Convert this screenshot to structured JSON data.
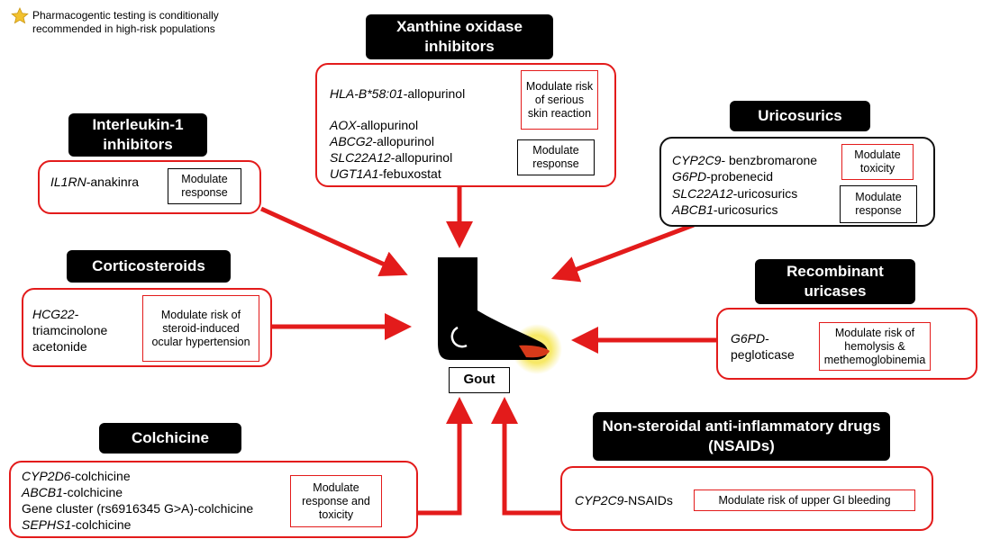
{
  "legend": {
    "icon": "star-icon",
    "text": "Pharmacogentic testing is conditionally recommended in high-risk populations"
  },
  "center": {
    "label": "Gout",
    "icon": "foot-icon"
  },
  "colors": {
    "accent_red": "#e31b1b",
    "title_bg": "#000000",
    "star": "#f2c12e"
  },
  "groups": {
    "xanthine": {
      "title": "Xanthine oxidase inhibitors",
      "rows": [
        {
          "gene": "HLA-B*58:01",
          "drug": "-allopurinol"
        },
        {
          "gene": "AOX",
          "drug": "-allopurinol"
        },
        {
          "gene": "ABCG2",
          "drug": "-allopurinol"
        },
        {
          "gene": "SLC22A12",
          "drug": "-allopurinol"
        },
        {
          "gene": "UGT1A1",
          "drug": "-febuxostat"
        }
      ],
      "effect1": "Modulate risk of serious skin reaction",
      "effect2": "Modulate response"
    },
    "interleukin": {
      "title": "Interleukin-1 inhibitors",
      "rows": [
        {
          "gene": "IL1RN",
          "drug": "-anakinra"
        }
      ],
      "effect1": "Modulate response"
    },
    "uricosurics": {
      "title": "Uricosurics",
      "rows": [
        {
          "gene": "CYP2C9",
          "drug": "- benzbromarone"
        },
        {
          "gene": "G6PD",
          "drug": "-probenecid"
        },
        {
          "gene": "SLC22A12",
          "drug": "-uricosurics"
        },
        {
          "gene": "ABCB1",
          "drug": "-uricosurics"
        }
      ],
      "effect1": "Modulate toxicity",
      "effect2": "Modulate response"
    },
    "corticosteroids": {
      "title": "Corticosteroids",
      "rows": [
        {
          "gene": "HCG22",
          "drug": "-"
        },
        {
          "gene": "",
          "drug": "triamcinolone"
        },
        {
          "gene": "",
          "drug": "acetonide"
        }
      ],
      "effect1": "Modulate risk of steroid-induced ocular hypertension"
    },
    "uricases": {
      "title": "Recombinant uricases",
      "rows": [
        {
          "gene": "G6PD",
          "drug": "-"
        },
        {
          "gene": "",
          "drug": "pegloticase"
        }
      ],
      "effect1": "Modulate risk of hemolysis & methemoglobinemia"
    },
    "colchicine": {
      "title": "Colchicine",
      "rows": [
        {
          "gene": "CYP2D6",
          "drug": "-colchicine"
        },
        {
          "gene": "ABCB1",
          "drug": "-colchicine"
        },
        {
          "gene": "",
          "drug": "Gene cluster (rs6916345 G>A)-colchicine"
        },
        {
          "gene": "SEPHS1",
          "drug": "-colchicine"
        }
      ],
      "effect1": "Modulate response and toxicity"
    },
    "nsaids": {
      "title": "Non-steroidal anti-inflammatory drugs (NSAIDs)",
      "rows": [
        {
          "gene": "CYP2C9",
          "drug": "-NSAIDs"
        }
      ],
      "effect1": "Modulate risk of upper GI bleeding"
    }
  }
}
